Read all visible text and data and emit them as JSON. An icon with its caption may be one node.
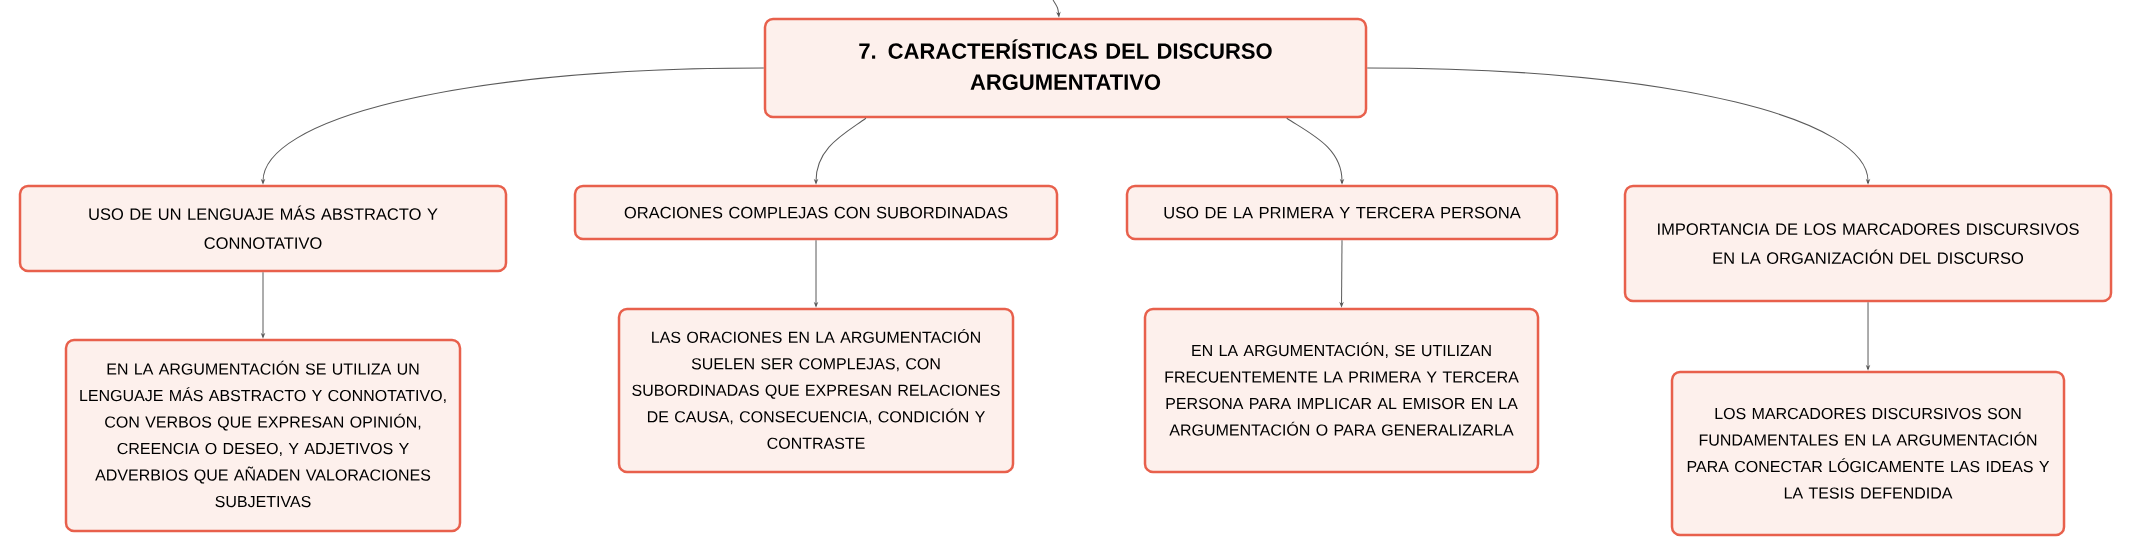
{
  "diagram": {
    "nodes": [
      {
        "text": [
          "7. CARACTERÍSTICAS DEL DISCURSO ARGUMENTATIVO"
        ]
      },
      {
        "text": [
          "USO DE UN LENGUAJE MÁS ABSTRACTO Y CONNOTATIVO"
        ]
      },
      {
        "text": [
          "ORACIONES COMPLEJAS CON SUBORDINADAS"
        ]
      },
      {
        "text": [
          "USO DE LA PRIMERA Y TERCERA PERSONA"
        ]
      },
      {
        "text": [
          "IMPORTANCIA DE LOS MARCADORES DISCURSIVOS EN LA ORGANIZACIÓN DEL DISCURSO"
        ]
      },
      {
        "text": [
          "EN LA ARGUMENTACIÓN SE UTILIZA UN LENGUAJE MÁS ABSTRACTO Y CONNOTATIVO, CON VERBOS QUE EXPRESAN OPINIÓN, CREENCIA O DESEO, Y ADJETIVOS Y ADVERBIOS QUE AÑADEN VALORACIONES SUBJETIVAS"
        ]
      },
      {
        "text": [
          "LAS ORACIONES EN LA ARGUMENTACIÓN SUELEN SER COMPLEJAS, CON SUBORDINADAS QUE EXPRESAN RELACIONES DE CAUSA, CONSECUENCIA, CONDICIÓN Y CONTRASTE"
        ]
      },
      {
        "text": [
          "EN LA ARGUMENTACIÓN, SE UTILIZAN FRECUENTEMENTE LA PRIMERA Y TERCERA PERSONA PARA IMPLICAR AL EMISOR EN LA ARGUMENTACIÓN O PARA GENERALIZARLA"
        ]
      },
      {
        "text": [
          "LOS MARCADORES DISCURSIVOS SON FUNDAMENTALES EN LA ARGUMENTACIÓN PARA CONECTAR LÓGICAMENTE LAS IDEAS Y LA TESIS DEFENDIDA"
        ]
      }
    ],
    "edges": [
      {
        "from": null,
        "to": 0,
        "arrow": "to"
      },
      {
        "from": 0,
        "to": 1,
        "arrow": "to"
      },
      {
        "from": 0,
        "to": 2,
        "arrow": "to"
      },
      {
        "from": 0,
        "to": 3,
        "arrow": "to"
      },
      {
        "from": 0,
        "to": 4,
        "arrow": "to"
      },
      {
        "from": 1,
        "to": 5,
        "arrow": "to"
      },
      {
        "from": 2,
        "to": 6,
        "arrow": "to"
      },
      {
        "from": 3,
        "to": 7,
        "arrow": "to"
      },
      {
        "from": 4,
        "to": 8,
        "arrow": "to"
      }
    ]
  }
}
